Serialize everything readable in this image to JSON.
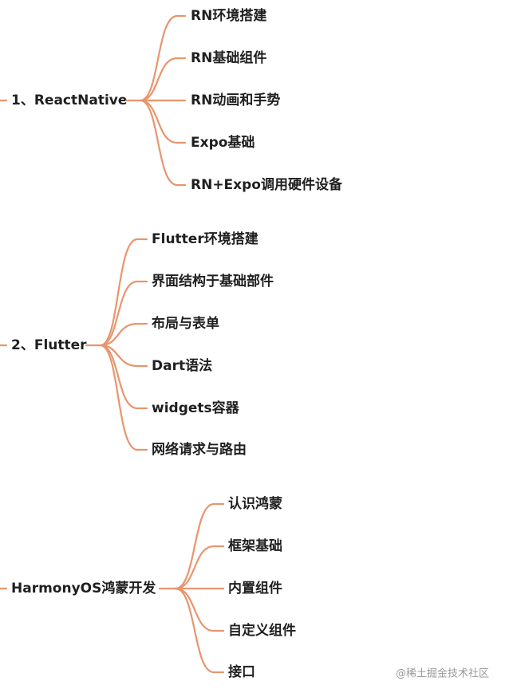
{
  "mindmap": {
    "groups": [
      {
        "title": "1、ReactNative",
        "children": [
          "RN环境搭建",
          "RN基础组件",
          "RN动画和手势",
          "Expo基础",
          "RN+Expo调用硬件设备"
        ]
      },
      {
        "title": "2、Flutter",
        "children": [
          "Flutter环境搭建",
          "界面结构于基础部件",
          "布局与表单",
          "Dart语法",
          "widgets容器",
          "网络请求与路由"
        ]
      },
      {
        "title": "HarmonyOS鸿蒙开发",
        "children": [
          "认识鸿蒙",
          "框架基础",
          "内置组件",
          "自定义组件",
          "接口"
        ]
      }
    ]
  },
  "watermark": "@稀土掘金技术社区",
  "colors": {
    "branch": "#e8956d",
    "text": "#1f1f1f",
    "background": "#ffffff"
  }
}
